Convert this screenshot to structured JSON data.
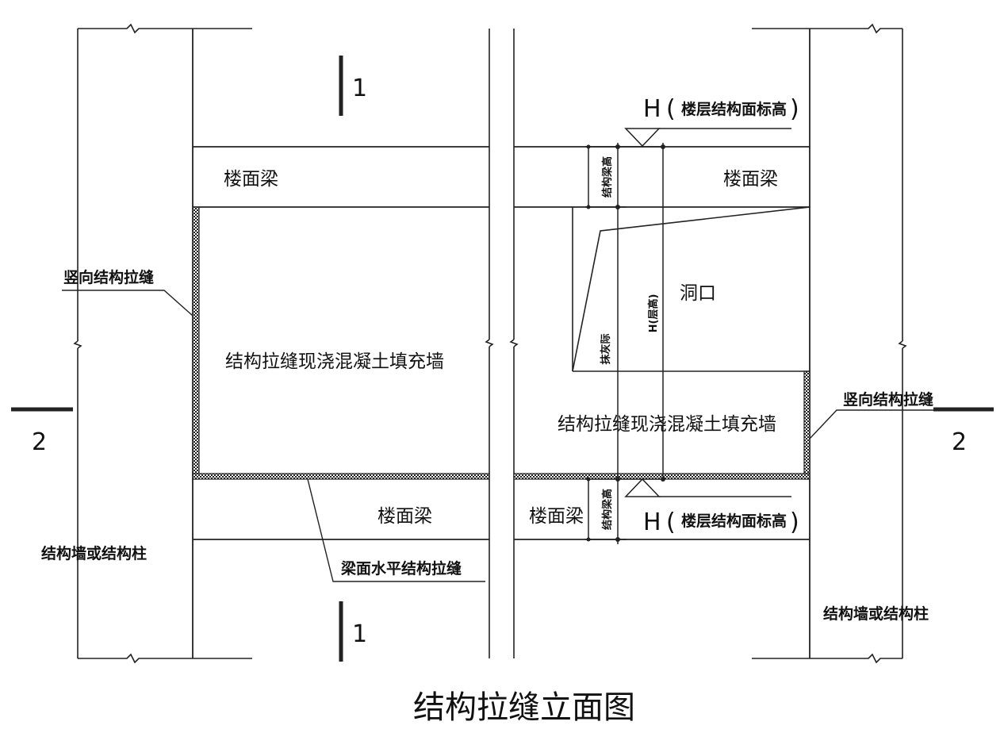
{
  "labels": {
    "beam_left_top": "楼面梁",
    "beam_right_top": "楼面梁",
    "beam_left_bottom": "楼面梁",
    "beam_right_bottom": "楼面梁",
    "vertical_seam_left": "竖向结构拉缝",
    "vertical_seam_right": "竖向结构拉缝",
    "fill_wall_left": "结构拉缝现浇混凝土填充墙",
    "fill_wall_right": "结构拉缝现浇混凝土填充墙",
    "opening": "洞口",
    "struct_wall_left": "结构墙或结构柱",
    "struct_wall_right": "结构墙或结构柱",
    "horizontal_seam": "梁面水平结构拉缝",
    "beam_height_top": "结构梁高",
    "beam_height_bottom": "结构梁高",
    "lintel_height": "抹灰际",
    "floor_height": "H(层高)",
    "elev_top_h": "H",
    "elev_top_text": "楼层结构面标高",
    "elev_bottom_h": "H",
    "elev_bottom_text": "楼层结构面标高",
    "section_1_top": "1",
    "section_1_bottom": "1",
    "section_2_left": "2",
    "section_2_right": "2",
    "caption": "结构拉缝立面图"
  }
}
